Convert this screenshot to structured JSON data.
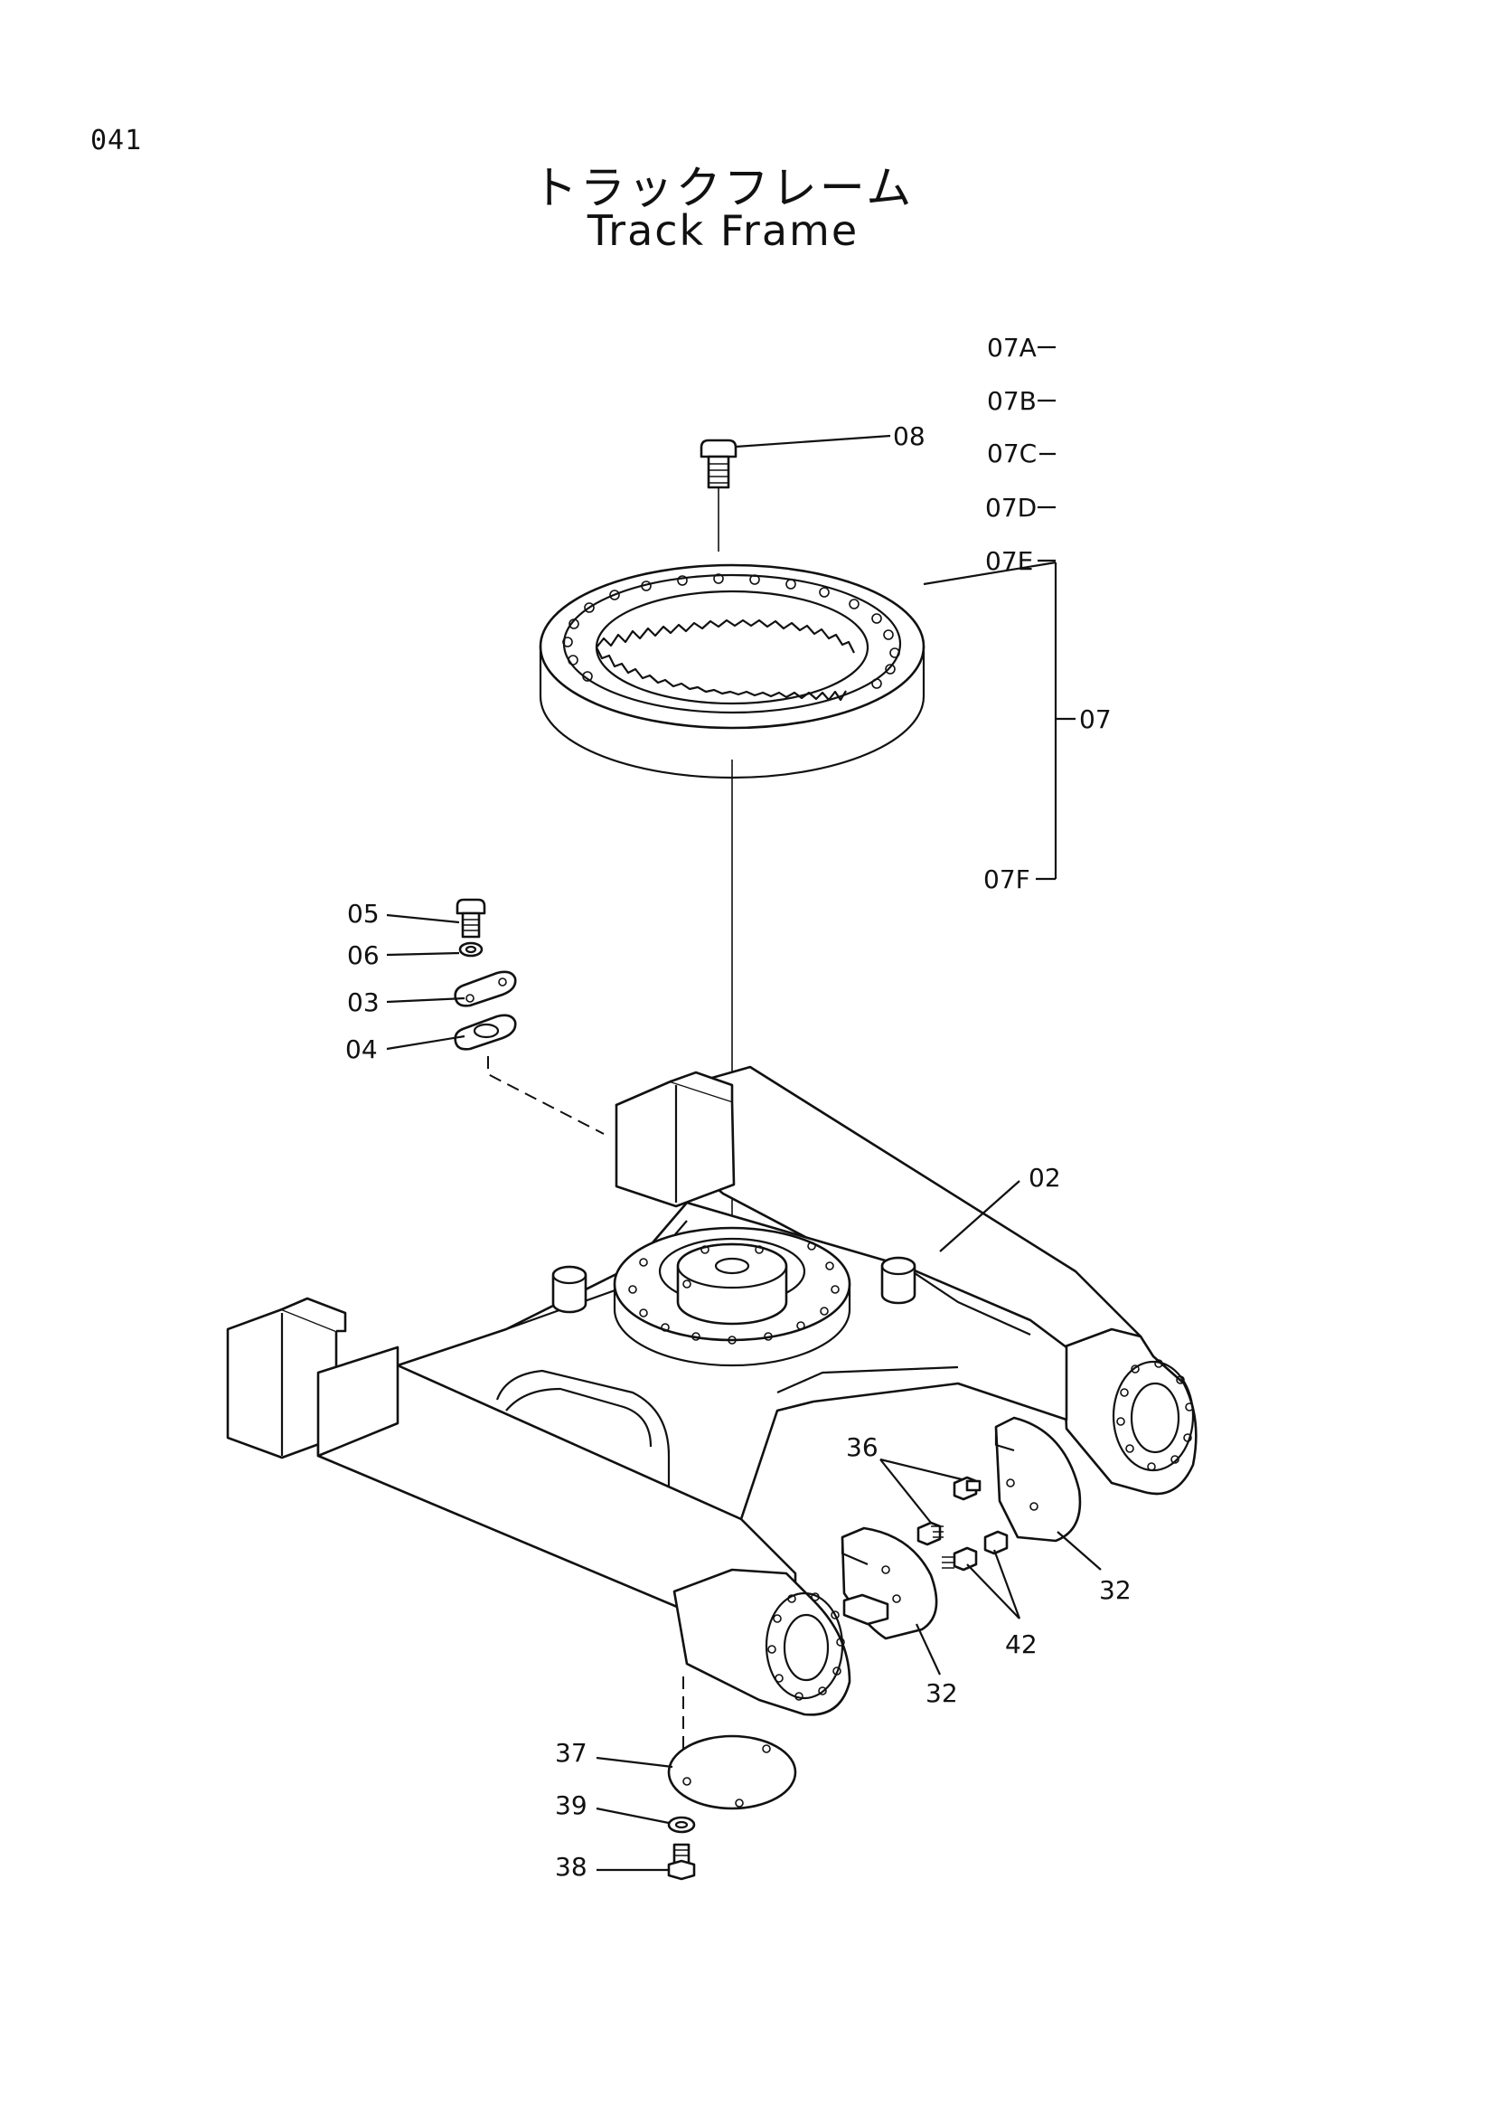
{
  "page": {
    "number": "041",
    "title_jp": "トラックフレーム",
    "title_en": "Track Frame"
  },
  "callouts": {
    "c08": "08",
    "c07A": "07A",
    "c07B": "07B",
    "c07C": "07C",
    "c07": "07",
    "c07D": "07D",
    "c07E": "07E",
    "c07F": "07F",
    "c05": "05",
    "c06": "06",
    "c03": "03",
    "c04": "04",
    "c02": "02",
    "c36": "36",
    "c32a": "32",
    "c42": "42",
    "c32b": "32",
    "c37": "37",
    "c39": "39",
    "c38": "38"
  }
}
